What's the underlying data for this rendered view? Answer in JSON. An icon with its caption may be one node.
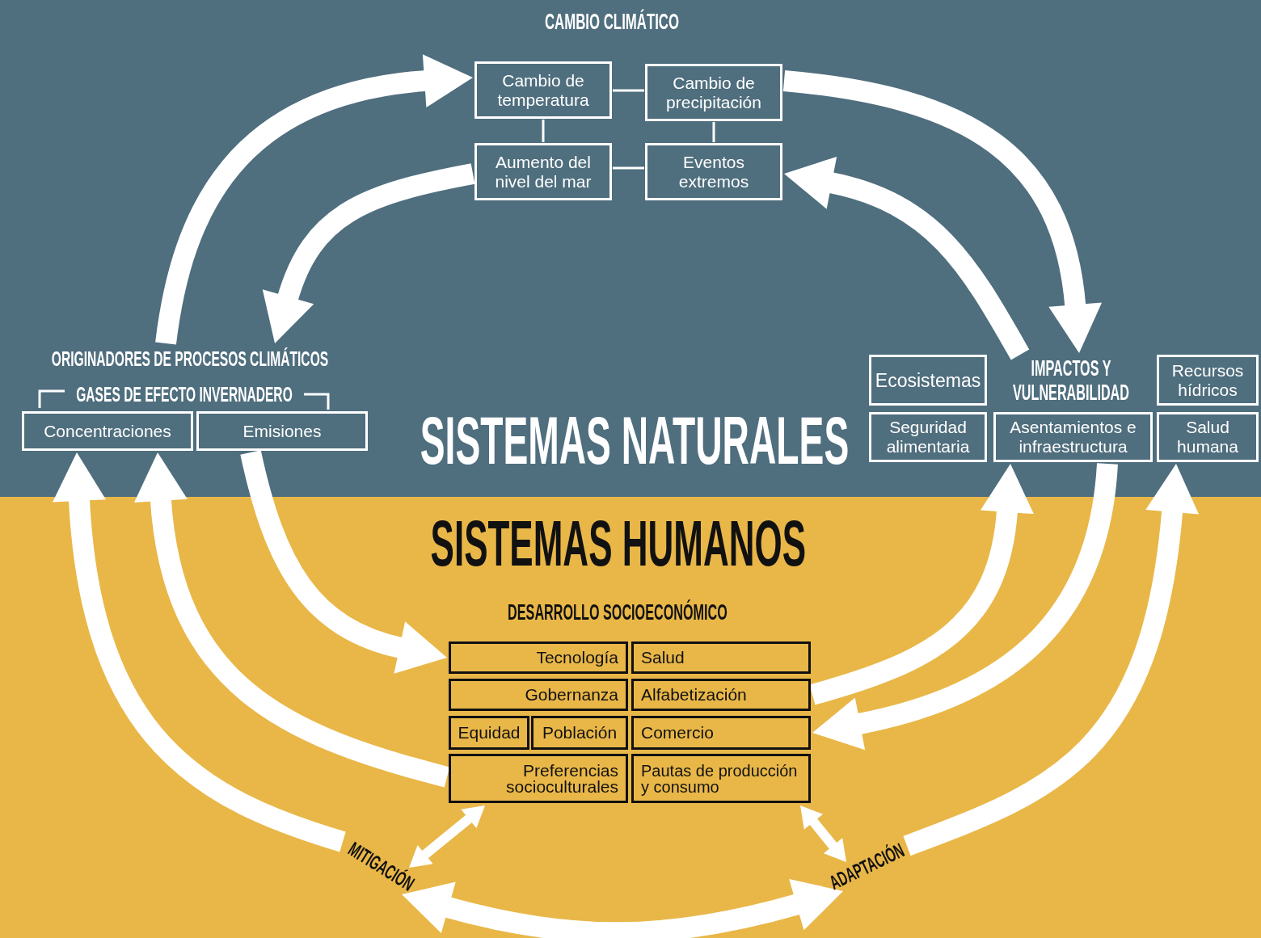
{
  "diagram": {
    "nodes": [
      {
        "text": [
          "SISTEMAS NATURALES"
        ]
      },
      {
        "text": [
          "CAMBIO CLIMÁTICO"
        ],
        "in": 0
      },
      {
        "text": [
          "Cambio de temperatura"
        ],
        "in": 0
      },
      {
        "text": [
          "Cambio de precipitación"
        ],
        "in": 0
      },
      {
        "text": [
          "Aumento del nivel del mar"
        ],
        "in": 0
      },
      {
        "text": [
          "Eventos extremos"
        ],
        "in": 0
      },
      {
        "text": [
          "ORIGINADORES DE PROCESOS CLIMÁTICOS"
        ],
        "in": 0
      },
      {
        "text": [
          "GASES DE EFECTO INVERNADERO"
        ],
        "in": 0
      },
      {
        "text": [
          "Concentraciones"
        ],
        "in": 0
      },
      {
        "text": [
          "Emisiones"
        ],
        "in": 0
      },
      {
        "text": [
          "IMPACTOS Y VULNERABILIDAD"
        ],
        "in": 0
      },
      {
        "text": [
          "Ecosistemas"
        ],
        "in": 0
      },
      {
        "text": [
          "Recursos hídricos"
        ],
        "in": 0
      },
      {
        "text": [
          "Seguridad alimentaria"
        ],
        "in": 0
      },
      {
        "text": [
          "Asentamientos e infraestructura"
        ],
        "in": 0
      },
      {
        "text": [
          "Salud humana"
        ],
        "in": 0
      },
      {
        "text": [
          "SISTEMAS HUMANOS"
        ]
      },
      {
        "text": [
          "DESARROLLO SOCIOECONÓMICO"
        ],
        "in": 16
      },
      {
        "text": [
          "Tecnología"
        ],
        "in": 16
      },
      {
        "text": [
          "Salud"
        ],
        "in": 16
      },
      {
        "text": [
          "Gobernanza"
        ],
        "in": 16
      },
      {
        "text": [
          "Alfabetización"
        ],
        "in": 16
      },
      {
        "text": [
          "Equidad"
        ],
        "in": 16
      },
      {
        "text": [
          "Población"
        ],
        "in": 16
      },
      {
        "text": [
          "Comercio"
        ],
        "in": 16
      },
      {
        "text": [
          "Preferencias socioculturales"
        ],
        "in": 16
      },
      {
        "text": [
          "Pautas de producción y consumo"
        ],
        "in": 16
      },
      {
        "text": [
          "MITIGACIÓN"
        ],
        "in": 16
      },
      {
        "text": [
          "ADAPTACIÓN"
        ],
        "in": 16
      }
    ],
    "edges": [
      {
        "from": 2,
        "to": 3,
        "arrow": "none"
      },
      {
        "from": 2,
        "to": 4,
        "arrow": "none"
      },
      {
        "from": 3,
        "to": 5,
        "arrow": "none"
      },
      {
        "from": 4,
        "to": 5,
        "arrow": "none"
      },
      {
        "from": 6,
        "to": 2,
        "arrow": "to"
      },
      {
        "from": 4,
        "to": 6,
        "arrow": "to"
      },
      {
        "from": 3,
        "to": 10,
        "arrow": "to"
      },
      {
        "from": 10,
        "to": 5,
        "arrow": "to"
      },
      {
        "from": 9,
        "to": 18,
        "arrow": "to"
      },
      {
        "from": 25,
        "to": 8,
        "arrow": "to"
      },
      {
        "from": 27,
        "to": 8,
        "arrow": "to"
      },
      {
        "from": 21,
        "to": 14,
        "arrow": "to"
      },
      {
        "from": 14,
        "to": 24,
        "arrow": "to"
      },
      {
        "from": 28,
        "to": 15,
        "arrow": "to"
      },
      {
        "from": 27,
        "to": 25,
        "arrow": "both"
      },
      {
        "from": 28,
        "to": 26,
        "arrow": "both"
      },
      {
        "from": 27,
        "to": 28,
        "arrow": "both"
      }
    ]
  }
}
